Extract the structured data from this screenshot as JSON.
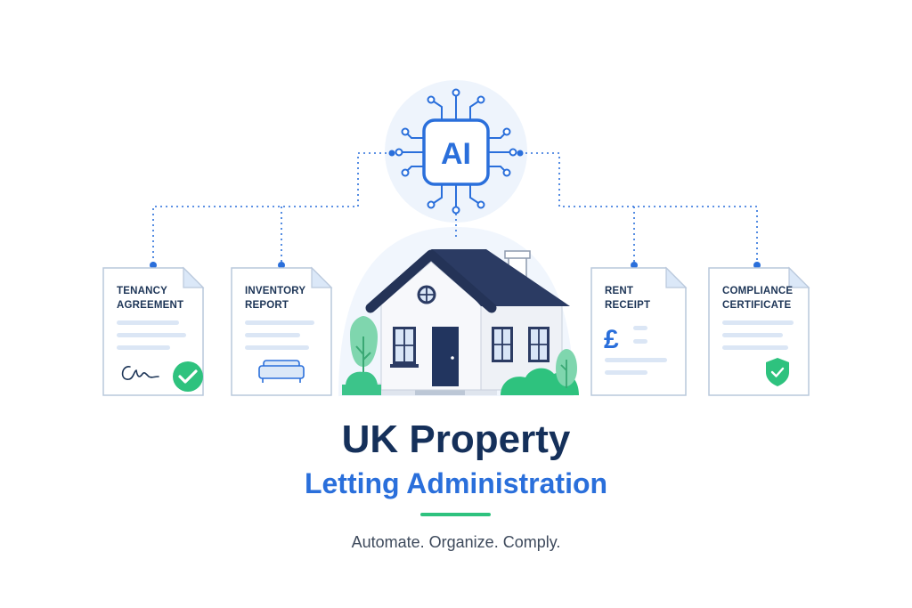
{
  "chip": {
    "label": "AI"
  },
  "documents": [
    {
      "id": "tenancy",
      "line1": "TENANCY",
      "line2": "AGREEMENT"
    },
    {
      "id": "inventory",
      "line1": "INVENTORY",
      "line2": "REPORT"
    },
    {
      "id": "rent",
      "line1": "RENT",
      "line2": "RECEIPT",
      "symbol": "£"
    },
    {
      "id": "compliance",
      "line1": "COMPLIANCE",
      "line2": "CERTIFICATE"
    }
  ],
  "headline": {
    "title": "UK Property",
    "subtitle": "Letting Administration",
    "tagline": "Automate. Organize. Comply."
  },
  "colors": {
    "navy": "#15305a",
    "blue": "#2a6fdb",
    "green": "#2ec27e",
    "roof": "#2b3b63"
  },
  "icons": [
    "ai-chip-icon",
    "house-icon",
    "signature-icon",
    "check-circle-icon",
    "sofa-icon",
    "pound-icon",
    "shield-check-icon",
    "tree-icon",
    "bush-icon"
  ]
}
